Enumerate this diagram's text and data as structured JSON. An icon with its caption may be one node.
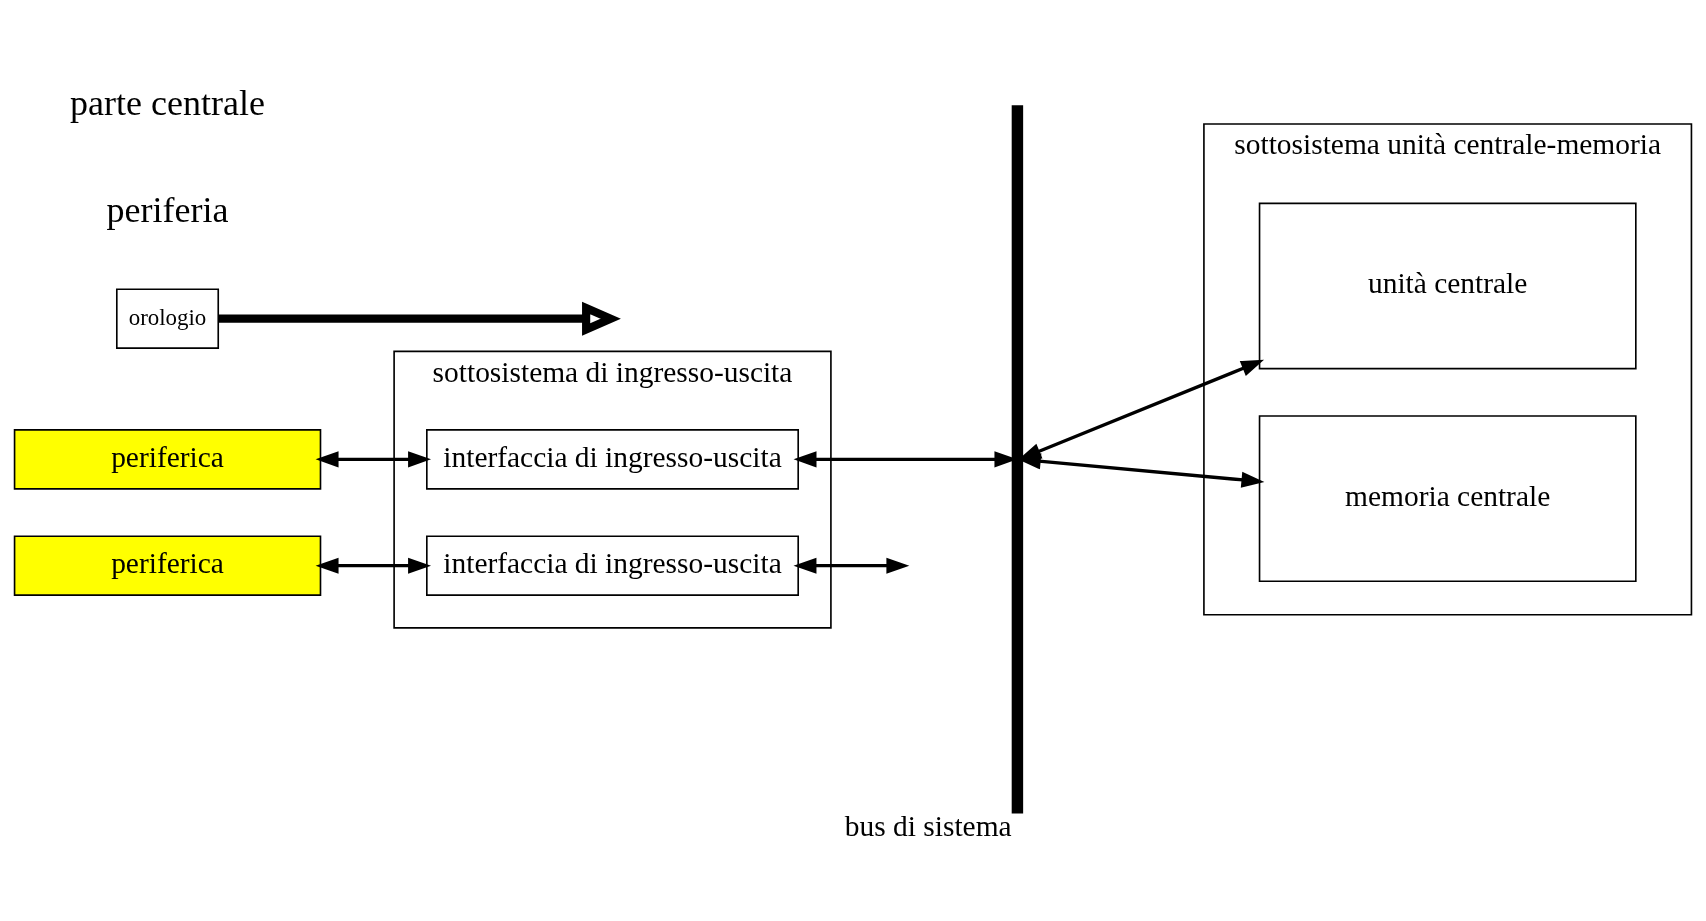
{
  "diagram": {
    "nodes": [
      {
        "text": [
          "periferica"
        ]
      },
      {
        "text": [
          "periferica"
        ]
      },
      {
        "text": [
          "sottosistema di ingresso-uscita"
        ]
      },
      {
        "text": [
          "interfaccia di ingresso-uscita"
        ],
        "in": 2
      },
      {
        "text": [
          "interfaccia di ingresso-uscita"
        ],
        "in": 2
      },
      {
        "text": [
          "bus di sistema"
        ]
      },
      {
        "text": [
          "sottosistema unità centrale-memoria"
        ]
      },
      {
        "text": [
          "unità centrale"
        ],
        "in": 6
      },
      {
        "text": [
          "memoria centrale"
        ],
        "in": 6
      },
      {
        "text": [
          "orologio"
        ]
      }
    ],
    "edges": [
      {
        "from": 0,
        "to": 3,
        "arrow": "both"
      },
      {
        "from": 1,
        "to": 4,
        "arrow": "both"
      },
      {
        "from": 3,
        "to": 5,
        "arrow": "both"
      },
      {
        "from": 4,
        "to": null,
        "arrow": "both"
      },
      {
        "from": 5,
        "to": 7,
        "arrow": "both"
      },
      {
        "from": 5,
        "to": 8,
        "arrow": "both"
      },
      {
        "from": 9,
        "to": null,
        "arrow": "to",
        "style": "thick"
      }
    ],
    "labels": [
      "periferia",
      "parte centrale"
    ]
  }
}
